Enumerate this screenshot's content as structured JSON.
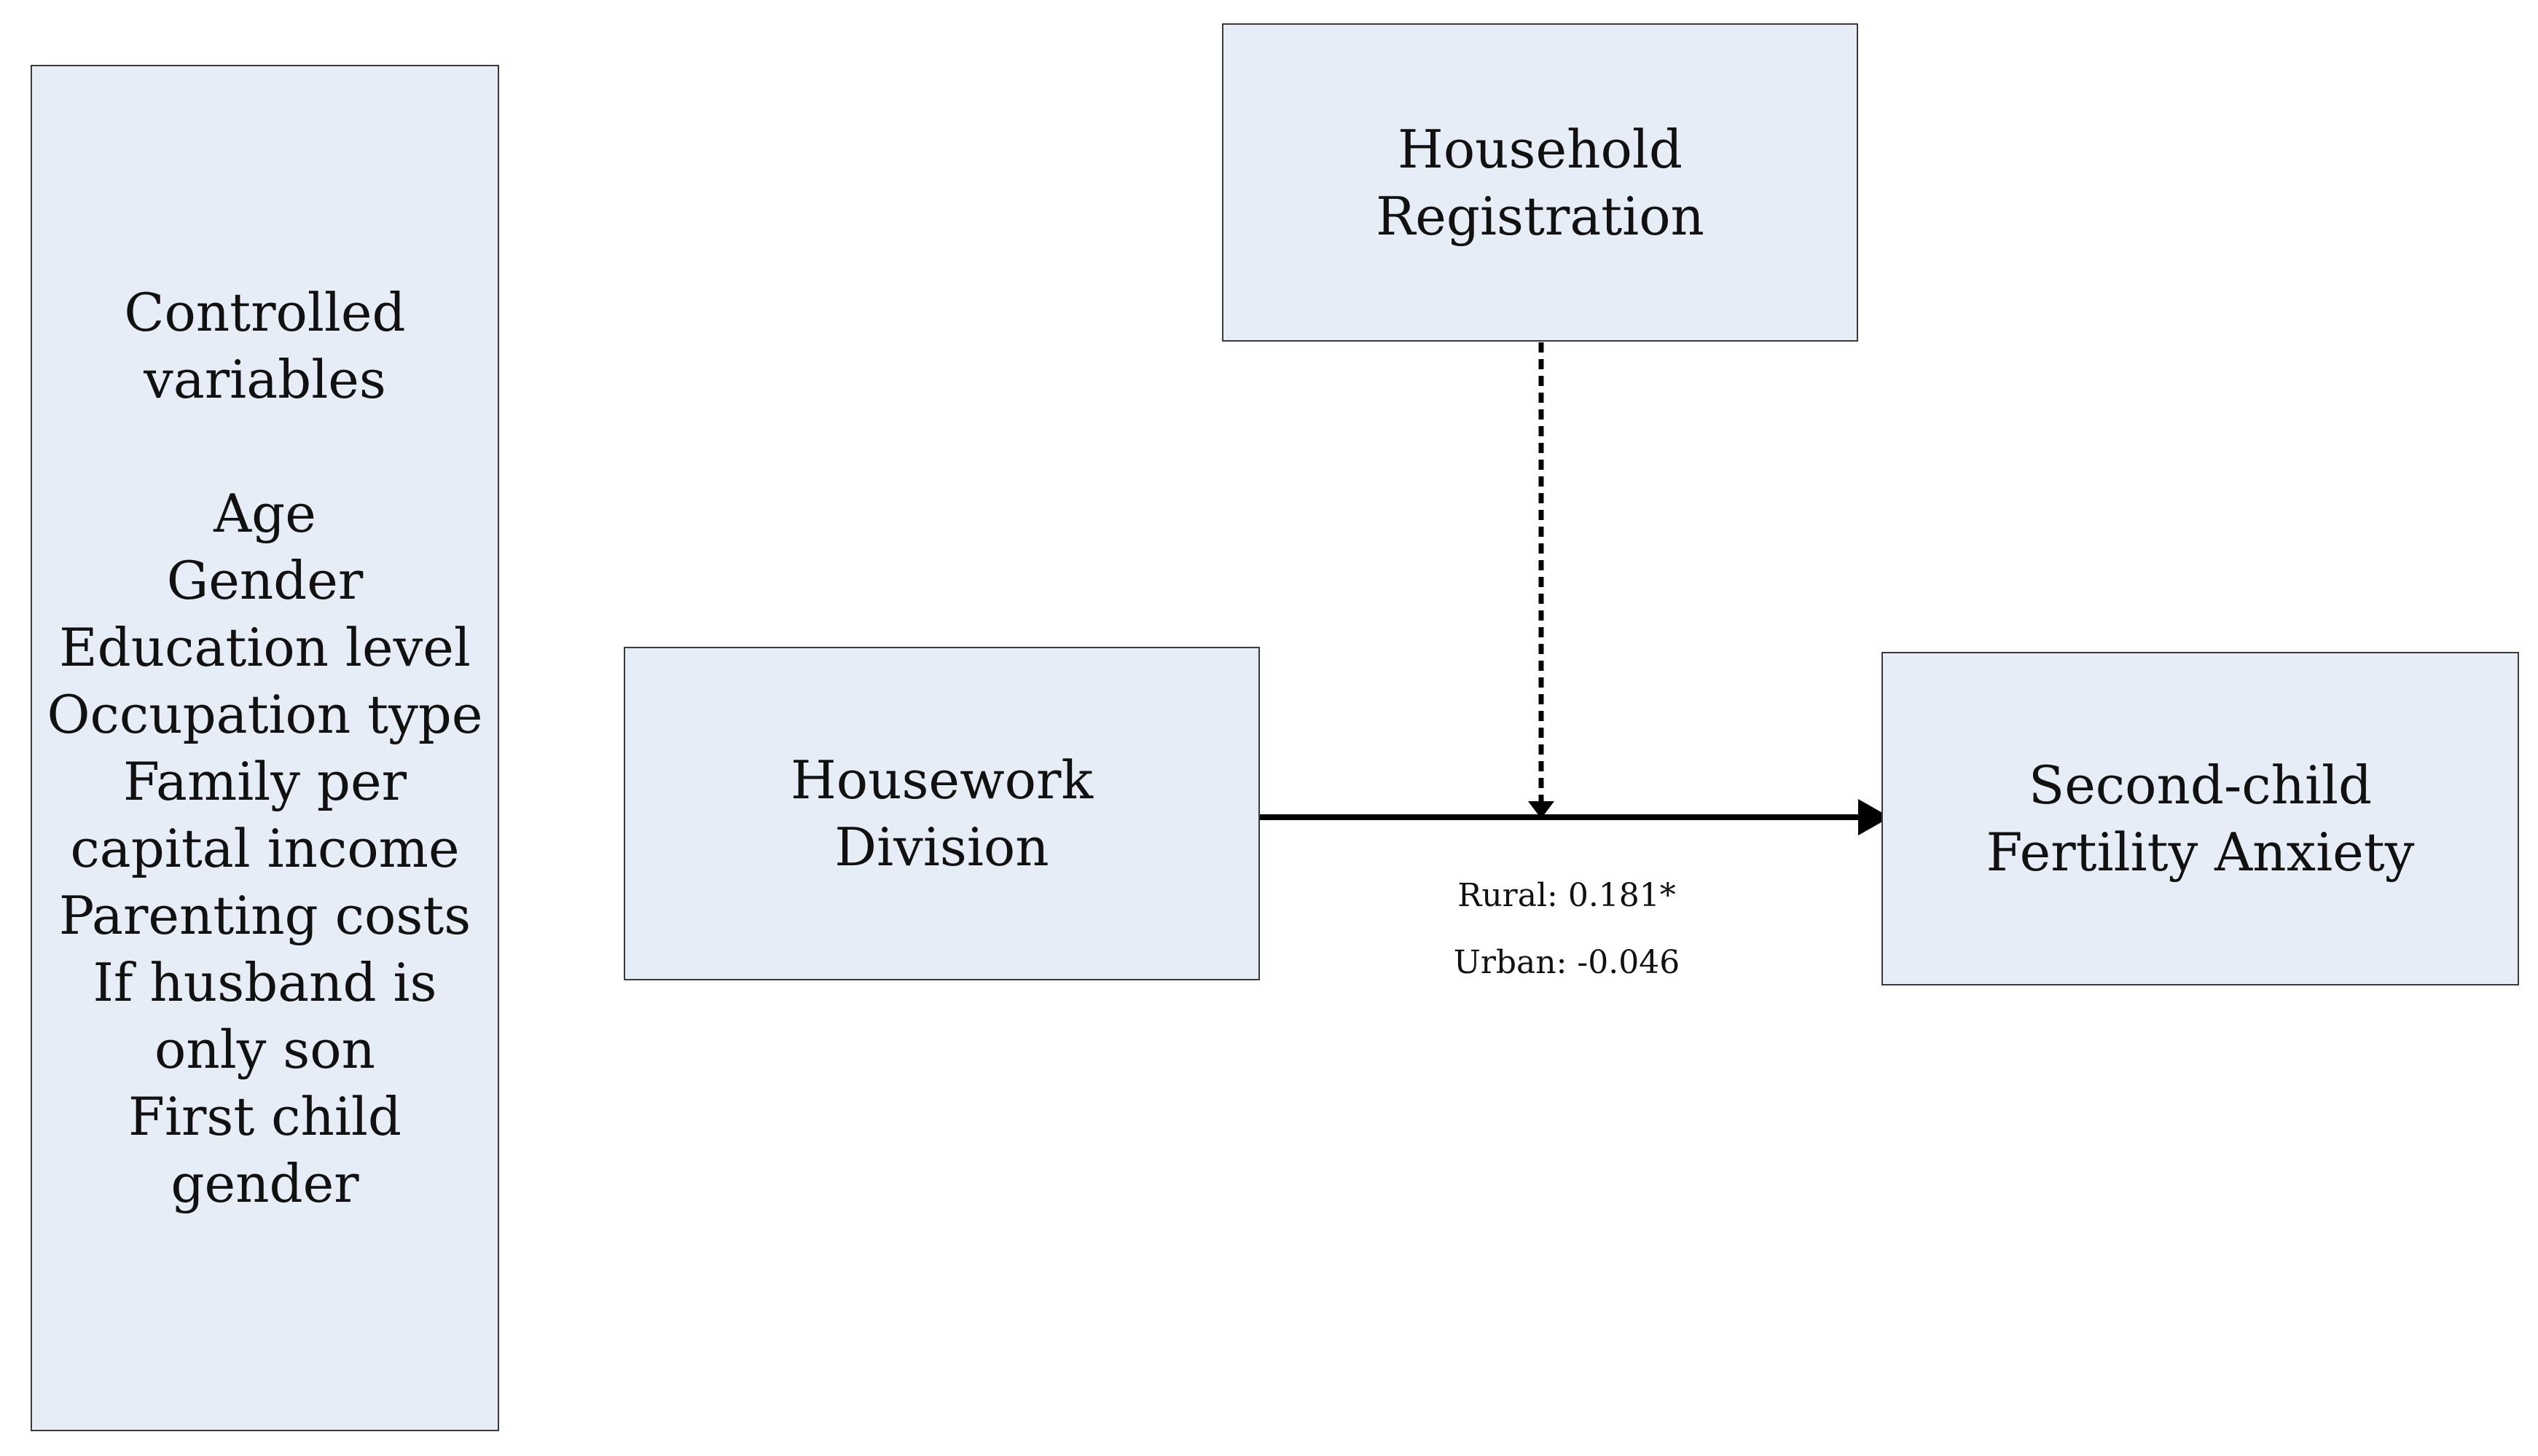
{
  "diagram": {
    "controls": {
      "title_lines": [
        "Controlled",
        "variables"
      ],
      "items": [
        "Age",
        "Gender",
        "Education level",
        "Occupation type",
        "Family per",
        "capital income",
        "Parenting costs",
        "If husband is",
        "only son",
        "First child",
        "gender"
      ]
    },
    "moderator": {
      "lines": [
        "Household",
        "Registration"
      ]
    },
    "independent": {
      "lines": [
        "Housework",
        "Division"
      ]
    },
    "dependent": {
      "lines": [
        "Second-child",
        "Fertility Anxiety"
      ]
    },
    "coefficients": {
      "rural": "Rural: 0.181*",
      "urban": "Urban: -0.046"
    },
    "colors": {
      "box_fill": "#e7edf7",
      "box_border": "#3a3a3a",
      "arrow": "#000000"
    }
  }
}
